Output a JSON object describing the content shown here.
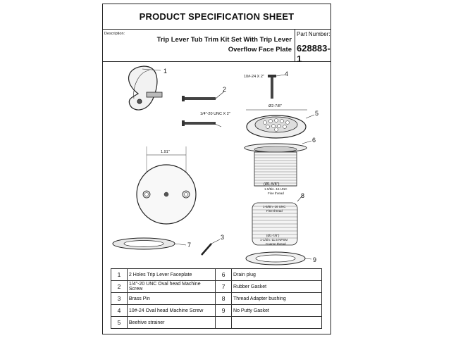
{
  "sheet": {
    "title": "PRODUCT SPECIFICATION SHEET",
    "description_label": "Description:",
    "description_line1": "Trip Lever Tub Trim Kit Set With Trip Lever",
    "description_line2": "Overflow Face Plate",
    "part_number_label": "Part Number:",
    "part_number": "628883-1"
  },
  "drawing": {
    "callouts": [
      "1",
      "2",
      "3",
      "4",
      "5",
      "6",
      "7",
      "8",
      "9"
    ],
    "dim_screw_bolt": "10#-24 X 2\"",
    "dim_screw_unc": "1/4\"-20 UNC X 2\"",
    "dim_strainer": "Ø2-7/8\"",
    "dim_faceplate": "1.91\"",
    "dim_drain": "(Ø1-5/8\")",
    "drain_thread_1": "1-5/8in.-16 UNC",
    "drain_thread_2": "Fine thread",
    "bush_thread_1": "1-5/8in.-16 UNC",
    "bush_thread_2": "Fine thread",
    "bush_dim": "(Ø1-7/8\")",
    "bush_coarse_1": "1-1/2in.-11.5 NPSM",
    "bush_coarse_2": "Coarse thread"
  },
  "parts": [
    {
      "no": "1",
      "name": "2 Holes Trip Lever Faceplate",
      "no2": "6",
      "name2": "Drain plug"
    },
    {
      "no": "2",
      "name": "1/4\"-20 UNC Oval head Machine Screw",
      "no2": "7",
      "name2": "Rubber Gasket"
    },
    {
      "no": "3",
      "name": "Brass Pin",
      "no2": "8",
      "name2": "Thread Adapter bushing"
    },
    {
      "no": "4",
      "name": "10#-24 Oval head Machine Screw",
      "no2": "9",
      "name2": "No Putty Gasket"
    },
    {
      "no": "5",
      "name": "Beehive strainer",
      "no2": "",
      "name2": ""
    }
  ]
}
